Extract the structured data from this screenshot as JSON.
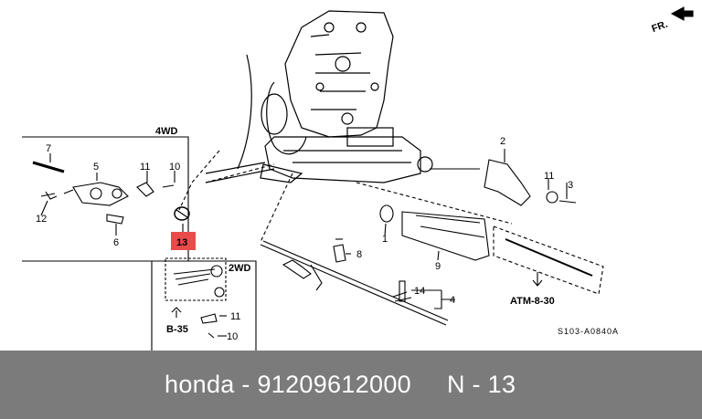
{
  "diagram": {
    "direction_label": "FR.",
    "group_4wd": "4WD",
    "group_2wd": "2WD",
    "highlight_color": "#e94b4b",
    "callouts": {
      "c1": "1",
      "c2": "2",
      "c3": "3",
      "c4": "4",
      "c5": "5",
      "c6": "6",
      "c7": "7",
      "c8": "8",
      "c9": "9",
      "c10a": "10",
      "c10b": "10",
      "c11a": "11",
      "c11b": "11",
      "c11c": "11",
      "c12": "12",
      "c13": "13",
      "c14": "14"
    },
    "refs": {
      "atm": "ATM-8-30",
      "b35": "B-35"
    },
    "catalog_code": "S103-A0840A"
  },
  "footer": {
    "text": "honda - 91209612000     N - 13",
    "background": "#7b7b7b"
  }
}
